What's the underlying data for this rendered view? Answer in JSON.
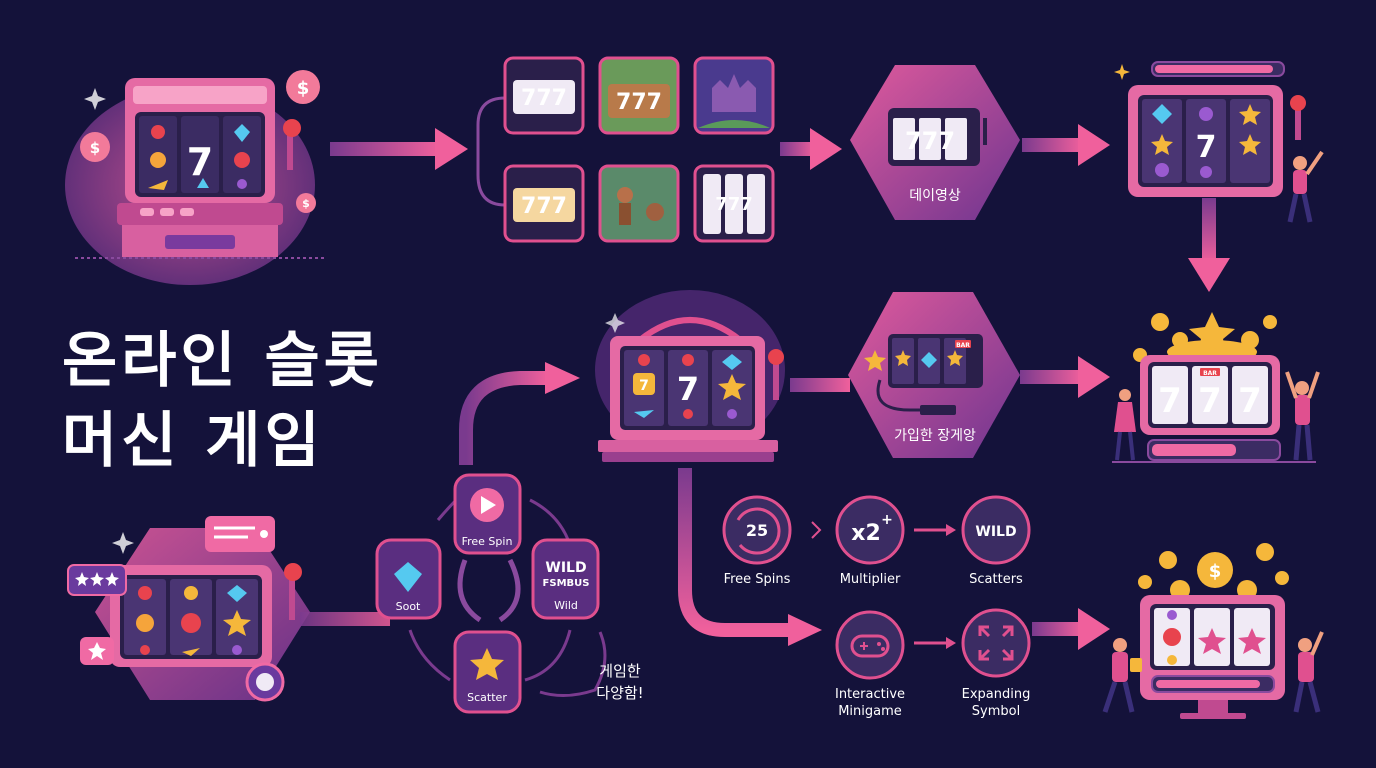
{
  "title": {
    "line1": "온라인 슬롯",
    "line2": "머신 게임"
  },
  "slot": {
    "big_symbol": "7",
    "triple_seven": "777",
    "coin_symbol": "$",
    "bar_text": "BAR",
    "wild_text": "WILD",
    "x2_text": "x2",
    "spins_count": "25"
  },
  "hex_labels": {
    "top": "데이영상",
    "middle": "가입한 장게앙"
  },
  "cycle": {
    "free_spin": "Free Spin",
    "soot": "Soot",
    "wild_main": "WILD",
    "wild_sub": "FSMBUS",
    "wild": "Wild",
    "scatter": "Scatter",
    "note_line1": "게임한",
    "note_line2": "다양함!"
  },
  "features": {
    "free_spins": "Free Spins",
    "multiplier": "Multiplier",
    "scatters": "Scatters",
    "interactive_line1": "Interactive",
    "interactive_line2": "Minigame",
    "expanding_line1": "Expanding",
    "expanding_line2": "Symbol"
  },
  "colors": {
    "background": "#14123a",
    "pink": "#e0508f",
    "purple": "#6a3a8e",
    "gold": "#f5b73b",
    "cyan": "#55c9f0"
  }
}
